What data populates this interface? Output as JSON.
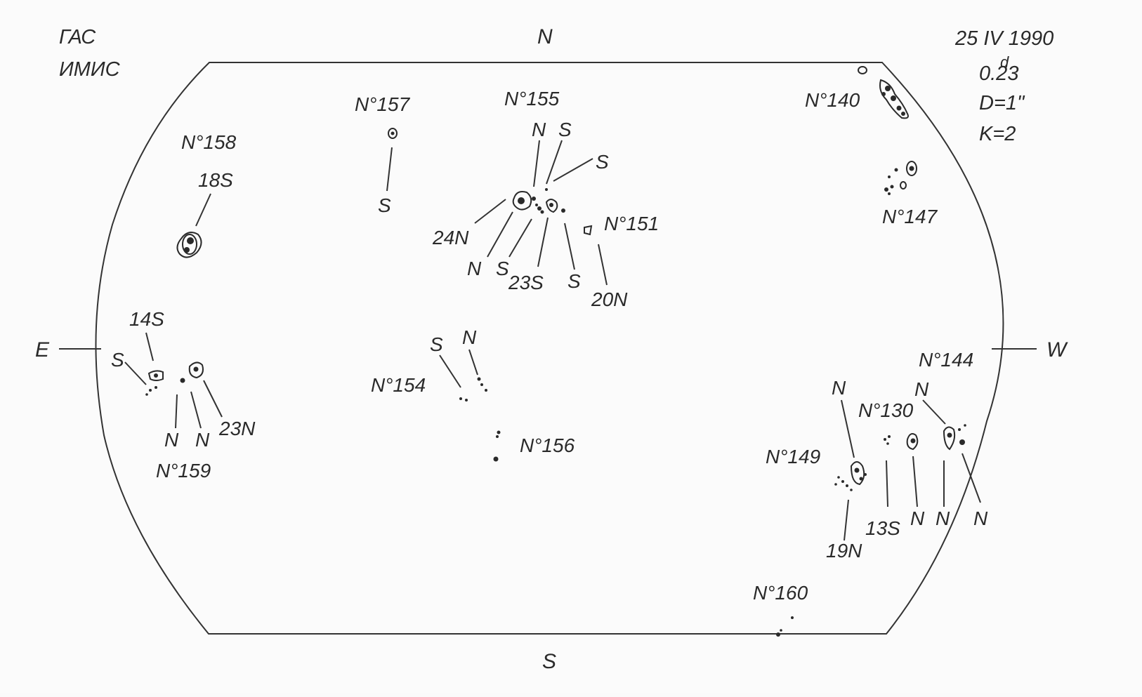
{
  "header": {
    "observatory_line1": "ГАС",
    "observatory_line2": "ИМИС",
    "date": "25 IV 1990",
    "time_sup": "d",
    "time": "0.23",
    "diameter": "D=1\"",
    "k": "K=2"
  },
  "compass": {
    "north": "N",
    "south": "S",
    "east": "E",
    "west": "W"
  },
  "groups": {
    "g157": {
      "label": "N°157",
      "pol1": "S"
    },
    "g158": {
      "label": "N°158",
      "lat": "18S"
    },
    "g155": {
      "label": "N°155",
      "top_n": "N",
      "top_s": "S",
      "right_s": "S",
      "lat_left": "24N",
      "bottom_n": "N",
      "bottom_s": "S",
      "lat_bottom": "23S",
      "bottom_s2": "S"
    },
    "g151": {
      "label": "N°151",
      "lat": "20N"
    },
    "g140": {
      "label": "N°140"
    },
    "g147": {
      "label": "N°147"
    },
    "g159": {
      "label": "N°159",
      "lat_top": "14S",
      "pol_s": "S",
      "pol_n1": "N",
      "pol_n2": "N",
      "lat_right": "23N"
    },
    "g154": {
      "label": "N°154",
      "pol_s": "S",
      "pol_n": "N"
    },
    "g156": {
      "label": "N°156"
    },
    "g144": {
      "label": "N°144",
      "pol_n_top": "N",
      "pol_n_bottom": "N",
      "pol_n_bottom2": "N"
    },
    "g130": {
      "label": "N°130",
      "lat": "13S",
      "pol_n": "N"
    },
    "g149": {
      "label": "N°149",
      "pol_n_top": "N",
      "lat": "19N"
    },
    "g160": {
      "label": "N°160"
    }
  }
}
